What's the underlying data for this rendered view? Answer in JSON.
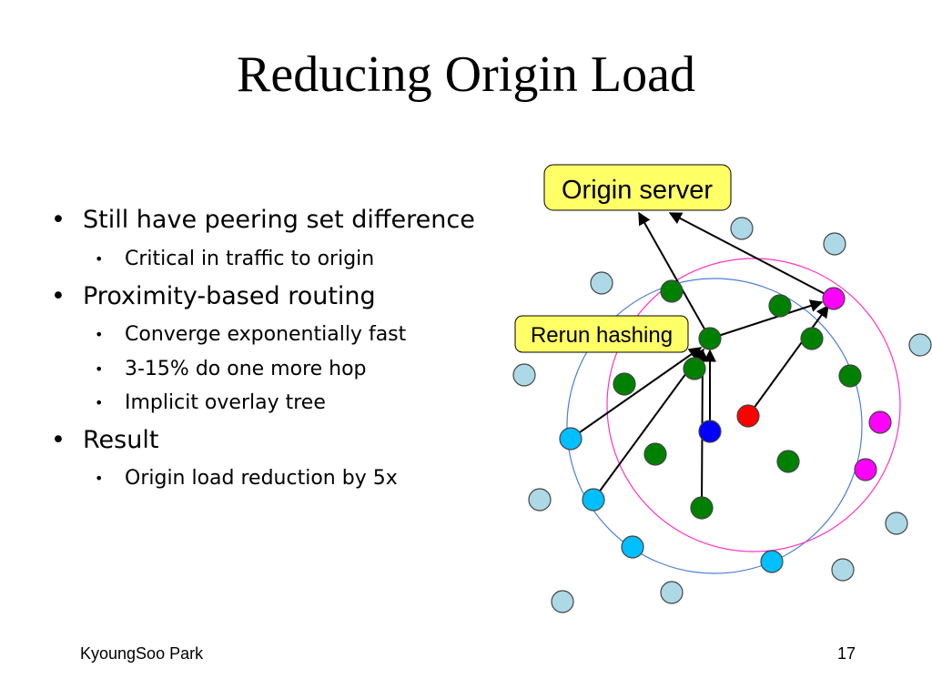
{
  "slide": {
    "title": "Reducing Origin Load",
    "bullets": [
      {
        "text": "Still have peering set difference",
        "sub": [
          "Critical in traffic to origin"
        ]
      },
      {
        "text": "Proximity-based routing",
        "sub": [
          "Converge exponentially fast",
          "3-15% do one more hop",
          "Implicit overlay tree"
        ]
      },
      {
        "text": "Result",
        "sub": [
          "Origin load reduction by 5x"
        ]
      }
    ],
    "footer_author": "KyoungSoo Park",
    "page_number": "17"
  },
  "diagram": {
    "origin_label": "Origin server",
    "rerun_label": "Rerun hashing",
    "label_box_color": "#ffff66",
    "colors": {
      "peer_outside": "#add8e6",
      "peer_cyan": "#00bfff",
      "peer_green": "#008000",
      "peer_magenta": "#ff00ff",
      "peer_red": "#ff0000",
      "peer_blue": "#0000ff",
      "circle_blue": "#4a7fd4",
      "circle_magenta": "#ff33cc"
    }
  }
}
